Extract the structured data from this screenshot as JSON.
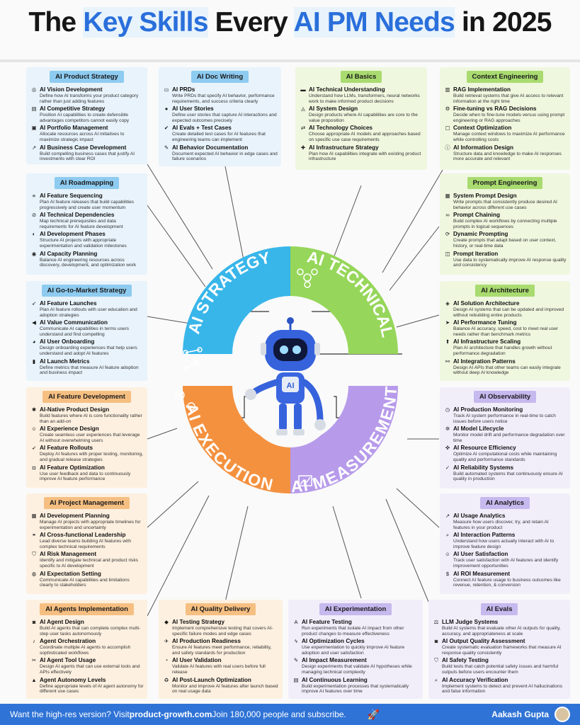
{
  "header": {
    "t1": "The ",
    "t2": "Key Skills",
    "t3": " Every ",
    "t4": "AI PM Needs",
    "t5": " in 2025"
  },
  "center": {
    "strategy": "AI STRATEGY",
    "technical": "AI TECHNICAL",
    "execution": "AI EXECUTION",
    "measurement": "AI MEASUREMENT",
    "badge": "AI"
  },
  "colors": {
    "strategy": "#38b6ea",
    "technical": "#96d65a",
    "execution": "#f4913f",
    "measurement": "#b79bea",
    "accent": "#2a6fdb"
  },
  "footer": {
    "pre": "Want the high-res version? Visit ",
    "site": "product-growth.com",
    "post": " Join 180,000 people and subscribe.",
    "author": "Aakash Gupta"
  },
  "cards": {
    "product_strategy": {
      "title": "AI Product Strategy",
      "items": [
        {
          "icon": "target-icon",
          "t": "AI Vision Development",
          "d": "Define how AI transforms your product category rather than just adding features"
        },
        {
          "icon": "chart-icon",
          "t": "AI Competitive Strategy",
          "d": "Position AI capabilities to create defensible advantages competitors cannot easily copy"
        },
        {
          "icon": "portfolio-icon",
          "t": "AI Portfolio Management",
          "d": "Allocate resources across AI initiatives to maximize strategic impact"
        },
        {
          "icon": "growth-icon",
          "t": "AI Business Case Development",
          "d": "Build compelling business cases that justify AI investments with clear ROI"
        }
      ]
    },
    "doc_writing": {
      "title": "AI Doc Writing",
      "items": [
        {
          "icon": "doc-icon",
          "t": "AI PRDs",
          "d": "Write PRDs that specify AI behavior, performance requirements, and success criteria clearly"
        },
        {
          "icon": "user-icon",
          "t": "AI User Stories",
          "d": "Define user stories that capture AI interactions and expected outcomes precisely"
        },
        {
          "icon": "check-icon",
          "t": "AI Evals + Test Cases",
          "d": "Create detailed test cases for AI features that engineering teams can implement"
        },
        {
          "icon": "note-icon",
          "t": "AI Behavior Documentation",
          "d": "Document expected AI behavior in edge cases and failure scenarios"
        }
      ]
    },
    "basics": {
      "title": "AI Basics",
      "items": [
        {
          "icon": "chip-icon",
          "t": "AI Technical Understanding",
          "d": "Understand how LLMs, transformers, neural networks work to make informed product decisions"
        },
        {
          "icon": "design-icon",
          "t": "AI System Design",
          "d": "Design products where AI capabilities are core to the value proposition"
        },
        {
          "icon": "choice-icon",
          "t": "AI Technology Choices",
          "d": "Choose appropriate AI models and approaches based on specific use case requirements"
        },
        {
          "icon": "plug-icon",
          "t": "AI Infrastructure Strategy",
          "d": "Plan how AI capabilities integrate with existing product infrastructure"
        }
      ]
    },
    "context": {
      "title": "Context Engineering",
      "items": [
        {
          "icon": "database-icon",
          "t": "RAG Implementation",
          "d": "Build retrieval systems that give AI access to relevant information at the right time"
        },
        {
          "icon": "tune-icon",
          "t": "Fine-tuning vs RAG Decisions",
          "d": "Decide when to fine-tune models versus using prompt engineering or RAG approaches"
        },
        {
          "icon": "window-icon",
          "t": "Context Optimization",
          "d": "Manage context windows to maximize AI performance while controlling costs"
        },
        {
          "icon": "info-icon",
          "t": "AI Information Design",
          "d": "Structure data and knowledge to make AI responses more accurate and relevant"
        }
      ]
    },
    "roadmapping": {
      "title": "AI Roadmapping",
      "items": [
        {
          "icon": "sequence-icon",
          "t": "AI Feature Sequencing",
          "d": "Plan AI feature releases that build capabilities progressively and create user momentum"
        },
        {
          "icon": "link-icon",
          "t": "AI Technical Dependencies",
          "d": "Map technical prerequisites and data requirements for AI feature development"
        },
        {
          "icon": "phase-icon",
          "t": "AI Development Phases",
          "d": "Structure AI projects with appropriate experimentation and validation milestones"
        },
        {
          "icon": "capacity-icon",
          "t": "AI Capacity Planning",
          "d": "Balance AI engineering resources across discovery, development, and optimization work"
        }
      ]
    },
    "prompt": {
      "title": "Prompt Engineering",
      "items": [
        {
          "icon": "system-icon",
          "t": "System Prompt Design",
          "d": "Write prompts that consistently produce desired AI behavior across different use cases"
        },
        {
          "icon": "chain-icon",
          "t": "Prompt Chaining",
          "d": "Build complex AI workflows by connecting multiple prompts in logical sequences"
        },
        {
          "icon": "dynamic-icon",
          "t": "Dynamic Prompting",
          "d": "Create prompts that adapt based on user context, history, or real-time data"
        },
        {
          "icon": "iterate-icon",
          "t": "Prompt Iteration",
          "d": "Use data to systematically improve AI response quality and consistency"
        }
      ]
    },
    "gtm": {
      "title": "AI Go-to-Market Strategy",
      "items": [
        {
          "icon": "rocket-icon",
          "t": "AI Feature Launches",
          "d": "Plan AI feature rollouts with user education and adoption strategies"
        },
        {
          "icon": "megaphone-icon",
          "t": "AI Value Communication",
          "d": "Communicate AI capabilities in terms users understand and find compelling"
        },
        {
          "icon": "onboard-icon",
          "t": "AI User Onboarding",
          "d": "Design onboarding experiences that help users understand and adopt AI features"
        },
        {
          "icon": "metrics-icon",
          "t": "AI Launch Metrics",
          "d": "Define metrics that measure AI feature adoption and business impact"
        }
      ]
    },
    "architecture": {
      "title": "AI Architecture",
      "items": [
        {
          "icon": "solution-icon",
          "t": "AI Solution Architecture",
          "d": "Design AI systems that can be updated and improved without rebuilding entire products"
        },
        {
          "icon": "speed-icon",
          "t": "AI Performance Tuning",
          "d": "Balance AI accuracy, speed, cost to meet real user needs rather than benchmark metrics"
        },
        {
          "icon": "scale-icon",
          "t": "AI Infrastructure Scaling",
          "d": "Plan AI architecture that handles growth without performance degradation"
        },
        {
          "icon": "api-icon",
          "t": "AI Integration Patterns",
          "d": "Design AI APIs that other teams can easily integrate without deep AI knowledge"
        }
      ]
    },
    "feature_dev": {
      "title": "AI Feature Development",
      "items": [
        {
          "icon": "native-icon",
          "t": "AI-Native Product Design",
          "d": "Build features where AI is core functionality rather than an add-on"
        },
        {
          "icon": "experience-icon",
          "t": "AI Experience Design",
          "d": "Create seamless user experiences that leverage AI without overwhelming users"
        },
        {
          "icon": "rollout-icon",
          "t": "AI Feature Rollouts",
          "d": "Deploy AI features with proper testing, monitoring, and gradual release strategies"
        },
        {
          "icon": "optimize-icon",
          "t": "AI Feature Optimization",
          "d": "Use user feedback and data to continuously improve AI feature performance"
        }
      ]
    },
    "observability": {
      "title": "AI Observability",
      "items": [
        {
          "icon": "monitor-icon",
          "t": "AI Production Monitoring",
          "d": "Track AI system performance in real-time to catch issues before users notice"
        },
        {
          "icon": "lifecycle-icon",
          "t": "AI Model Lifecycle",
          "d": "Monitor model drift and performance degradation over time"
        },
        {
          "icon": "efficiency-icon",
          "t": "AI Resource Efficiency",
          "d": "Optimize AI computational costs while maintaining quality and performance standards"
        },
        {
          "icon": "reliability-icon",
          "t": "AI Reliability Systems",
          "d": "Build automated systems that continuously ensure AI quality in production"
        }
      ]
    },
    "project_mgmt": {
      "title": "AI Project Management",
      "items": [
        {
          "icon": "calendar-icon",
          "t": "AI Development Planning",
          "d": "Manage AI projects with appropriate timelines for experimentation and uncertainty"
        },
        {
          "icon": "handshake-icon",
          "t": "AI Cross-functional Leadership",
          "d": "Lead diverse teams building AI features with complex technical requirements"
        },
        {
          "icon": "shield-icon",
          "t": "AI Risk Management",
          "d": "Identify and mitigate technical and product risks specific to AI development"
        },
        {
          "icon": "expectation-icon",
          "t": "AI Expectation Setting",
          "d": "Communicate AI capabilities and limitations clearly to stakeholders"
        }
      ]
    },
    "analytics": {
      "title": "AI Analytics",
      "items": [
        {
          "icon": "usage-icon",
          "t": "AI Usage Analytics",
          "d": "Measure how users discover, try, and retain AI features in your product"
        },
        {
          "icon": "magnifier-icon",
          "t": "AI Interaction Patterns",
          "d": "Understand how users actually interact with AI to improve feature design"
        },
        {
          "icon": "smile-icon",
          "t": "AI User Satisfaction",
          "d": "Track user satisfaction with AI features and identify improvement opportunities"
        },
        {
          "icon": "money-icon",
          "t": "AI ROI Measurement",
          "d": "Connect AI feature usage to business outcomes like revenue, retention, & conversion"
        }
      ]
    },
    "agents": {
      "title": "AI Agents Implementation",
      "items": [
        {
          "icon": "agent-icon",
          "t": "AI Agent Design",
          "d": "Build AI agents that can complete complex multi-step user tasks autonomously"
        },
        {
          "icon": "orchestra-icon",
          "t": "Agent Orchestration",
          "d": "Coordinate multiple AI agents to accomplish sophisticated workflows"
        },
        {
          "icon": "tools-icon",
          "t": "AI Agent Tool Usage",
          "d": "Design AI agents that can use external tools and APIs effectively"
        },
        {
          "icon": "levels-icon",
          "t": "Agent Autonomy Levels",
          "d": "Define appropriate levels of AI agent autonomy for different use cases"
        }
      ]
    },
    "quality": {
      "title": "AI Quality Delivery",
      "items": [
        {
          "icon": "test-icon",
          "t": "AI Testing Strategy",
          "d": "Implement comprehensive testing that covers AI-specific failure modes and edge cases"
        },
        {
          "icon": "ready-icon",
          "t": "AI Production Readiness",
          "d": "Ensure AI features meet performance, reliability, and safety standards for production"
        },
        {
          "icon": "validate-icon",
          "t": "AI User Validation",
          "d": "Validate AI features with real users before full release"
        },
        {
          "icon": "recycle-icon",
          "t": "AI Post-Launch Optimization",
          "d": "Monitor and improve AI features after launch based on real usage data"
        }
      ]
    },
    "experimentation": {
      "title": "AI Experimentation",
      "items": [
        {
          "icon": "ab-icon",
          "t": "AI Feature Testing",
          "d": "Run experiments that isolate AI impact from other product changes to measure effectiveness"
        },
        {
          "icon": "bolt-icon",
          "t": "AI Optimization Cycles",
          "d": "Use experimentation to quickly improve AI feature adoption and user satisfaction"
        },
        {
          "icon": "pencil-icon",
          "t": "AI Impact Measurement",
          "d": "Design experiments that validate AI hypotheses while managing technical complexity"
        },
        {
          "icon": "learn-icon",
          "t": "AI Continuous Learning",
          "d": "Build experimentation processes that systematically improve AI features over time"
        }
      ]
    },
    "evals": {
      "title": "AI Evals",
      "items": [
        {
          "icon": "judge-icon",
          "t": "LLM Judge Systems",
          "d": "Build AI systems that evaluate other AI outputs for quality, accuracy, and appropriateness at scale"
        },
        {
          "icon": "output-icon",
          "t": "AI Output Quality Assessment",
          "d": "Create systematic evaluation frameworks that measure AI response quality consistently"
        },
        {
          "icon": "safety-icon",
          "t": "AI Safety Testing",
          "d": "Build tests that catch potential safety issues and harmful outputs before users encounter them"
        },
        {
          "icon": "verify-icon",
          "t": "AI Accuracy Verification",
          "d": "Implement systems to detect and prevent AI hallucinations and false information"
        }
      ]
    }
  }
}
